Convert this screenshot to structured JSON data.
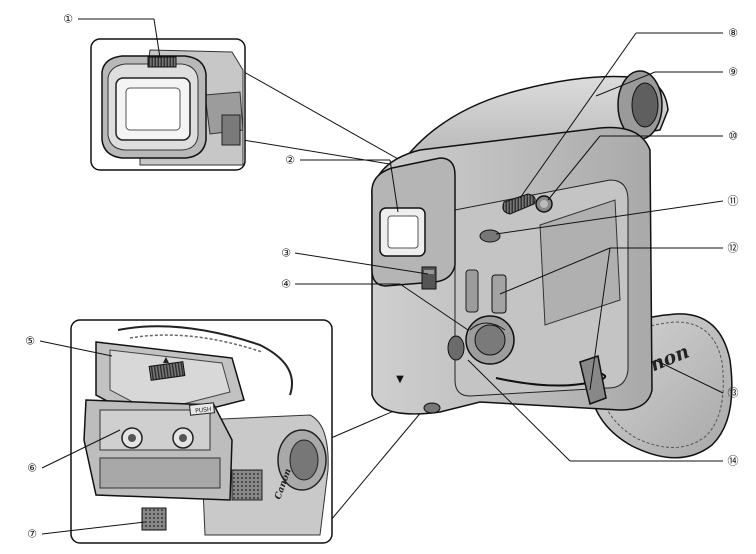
{
  "brand": {
    "strap_logo": "Canon",
    "body_logo": "Canon"
  },
  "cassette_button_label": "PUSH",
  "eject_mark": "▼",
  "callouts": [
    {
      "id": "c1",
      "label": "①"
    },
    {
      "id": "c2",
      "label": "②"
    },
    {
      "id": "c3",
      "label": "③"
    },
    {
      "id": "c4",
      "label": "④"
    },
    {
      "id": "c5",
      "label": "⑤"
    },
    {
      "id": "c6",
      "label": "⑥"
    },
    {
      "id": "c7",
      "label": "⑦"
    },
    {
      "id": "c8",
      "label": "⑧"
    },
    {
      "id": "c9",
      "label": "⑨"
    },
    {
      "id": "c10",
      "label": "⑩"
    },
    {
      "id": "c11",
      "label": "⑪"
    },
    {
      "id": "c12",
      "label": "⑫"
    },
    {
      "id": "c13",
      "label": "⑬"
    },
    {
      "id": "c14",
      "label": "⑭"
    }
  ]
}
